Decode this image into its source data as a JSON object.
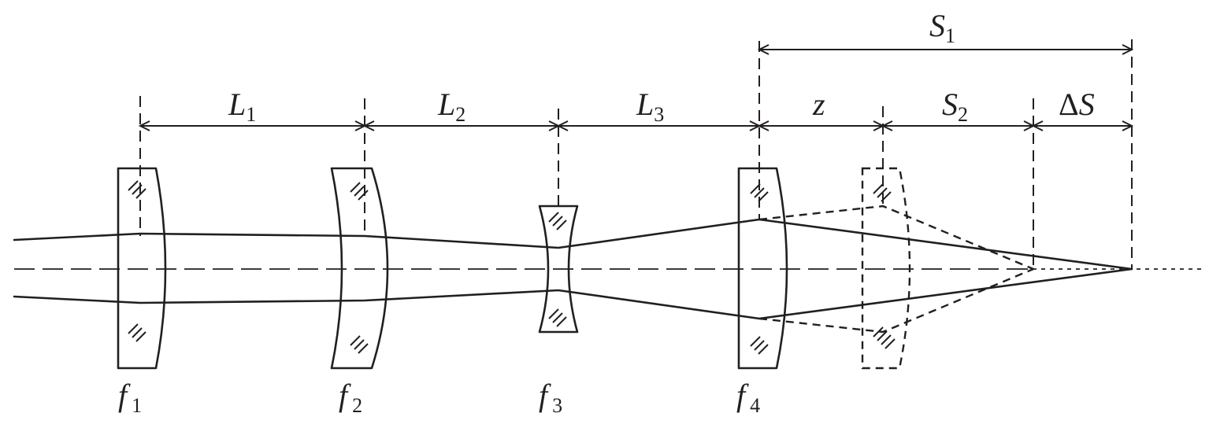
{
  "dimensions": {
    "L1": {
      "main": "L",
      "sub": "1"
    },
    "L2": {
      "main": "L",
      "sub": "2"
    },
    "L3": {
      "main": "L",
      "sub": "3"
    },
    "z": {
      "main": "z"
    },
    "S2": {
      "main": "S",
      "sub": "2"
    },
    "dS": {
      "delta": "Δ",
      "main": "S"
    },
    "S1": {
      "main": "S",
      "sub": "1"
    }
  },
  "lenses": {
    "f1": {
      "main": "f",
      "sub": "1"
    },
    "f2": {
      "main": "f",
      "sub": "2"
    },
    "f3": {
      "main": "f",
      "sub": "3"
    },
    "f4": {
      "main": "f",
      "sub": "4"
    }
  }
}
